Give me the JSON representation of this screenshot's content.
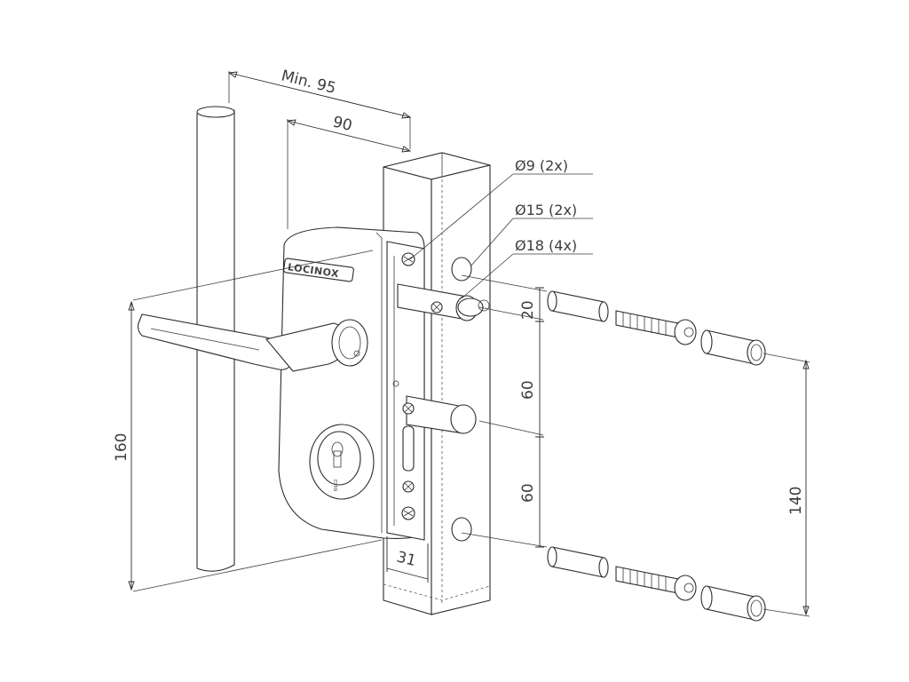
{
  "dimensions": {
    "min_width": "Min. 95",
    "width": "90",
    "height_total": "160",
    "hole_spacing_top": "20",
    "hole_spacing_mid": "60",
    "hole_spacing_low": "60",
    "bolt_spacing": "140",
    "backset": "31"
  },
  "callouts": {
    "hole_9": "Ø9 (2x)",
    "hole_15": "Ø15 (2x)",
    "hole_18": "Ø18 (4x)"
  },
  "branding": {
    "logo": "LOCINOX",
    "cylinder_mark": "ESRN"
  },
  "colors": {
    "line": "#2b2b2b",
    "text": "#3c3c3c",
    "background": "#ffffff"
  },
  "icons": {
    "handle": "lever-handle-icon",
    "cylinder": "cylinder-lock-icon",
    "screw": "screw-icon"
  }
}
